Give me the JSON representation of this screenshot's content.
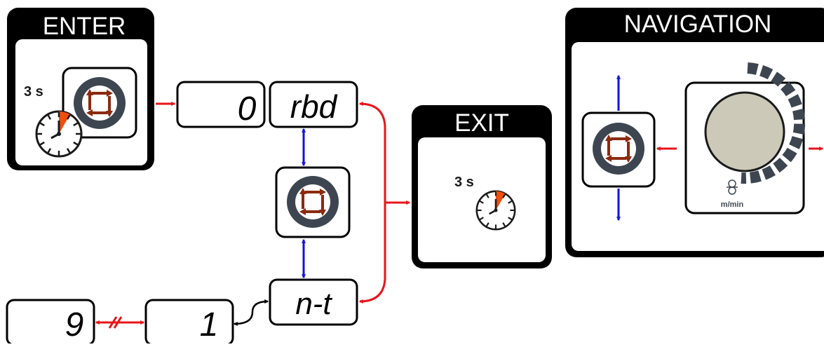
{
  "enter": {
    "title": "ENTER",
    "hold_time": "3 s"
  },
  "exit": {
    "title": "EXIT",
    "hold_time": "3 s"
  },
  "navigation": {
    "title": "NAVIGATION",
    "knob_unit": "m/min"
  },
  "displays": {
    "value_zero": "0",
    "menu_rbd": "rbd",
    "menu_nt": "n-t",
    "value_one": "1",
    "value_nine": "9"
  },
  "colors": {
    "confirm_arrow": "#e8141a",
    "navigate_arrow": "#1313d8",
    "cycle_arrow": "#000000",
    "button_ring": "#3d4650",
    "button_arrows": "#8b2a0e",
    "clock_wedge": "#f04e0c",
    "knob_fill": "#cdc9b8"
  }
}
